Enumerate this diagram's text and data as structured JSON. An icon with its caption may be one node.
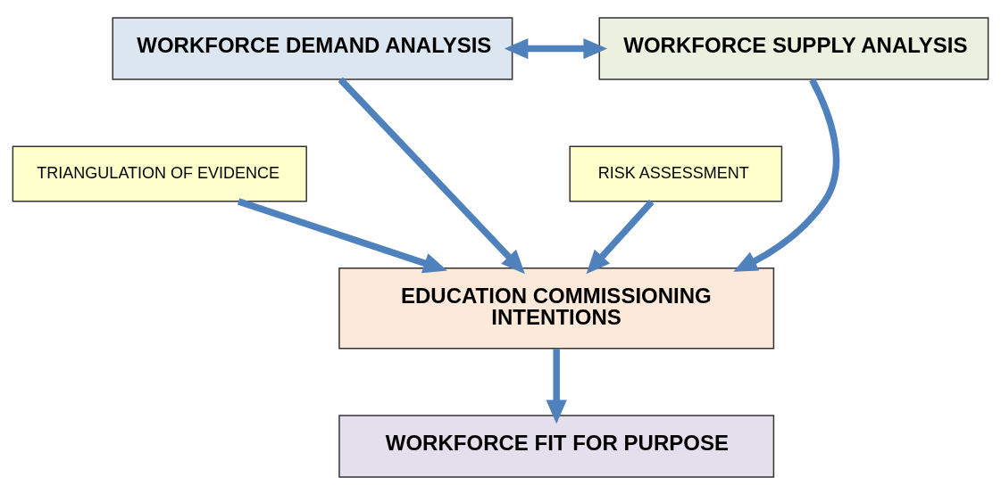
{
  "diagram": {
    "nodes": [
      {
        "text": [
          "WORKFORCE DEMAND ANALYSIS"
        ]
      },
      {
        "text": [
          "WORKFORCE SUPPLY ANALYSIS"
        ]
      },
      {
        "text": [
          "TRIANGULATION OF EVIDENCE"
        ]
      },
      {
        "text": [
          "RISK ASSESSMENT"
        ]
      },
      {
        "text": [
          "EDUCATION COMMISSIONING INTENTIONS"
        ]
      },
      {
        "text": [
          "WORKFORCE FIT FOR PURPOSE"
        ]
      }
    ],
    "edges": [
      {
        "from": 0,
        "to": 1,
        "arrow": "both"
      },
      {
        "from": 0,
        "to": 4,
        "arrow": "to"
      },
      {
        "from": 1,
        "to": 4,
        "arrow": "to"
      },
      {
        "from": 2,
        "to": 4,
        "arrow": "to"
      },
      {
        "from": 3,
        "to": 4,
        "arrow": "to"
      },
      {
        "from": 4,
        "to": 5,
        "arrow": "to"
      }
    ]
  }
}
